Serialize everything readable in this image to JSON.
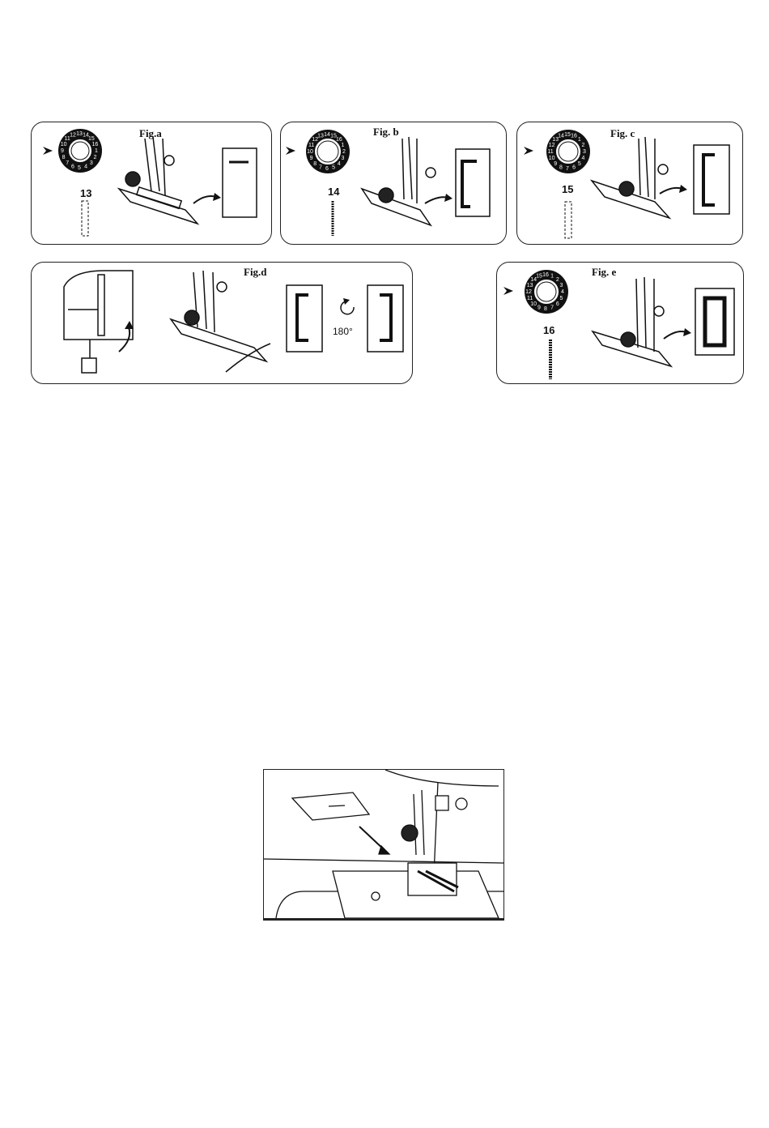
{
  "figures": {
    "a": {
      "label": "Fig.a",
      "stitch_number": "13",
      "dial_numbers": [
        "13",
        "14",
        "15",
        "16",
        "1",
        "2",
        "3",
        "4",
        "5",
        "6",
        "7",
        "8",
        "9",
        "10",
        "11",
        "12"
      ]
    },
    "b": {
      "label": "Fig. b",
      "stitch_number": "14",
      "dial_numbers": [
        "14",
        "15",
        "16",
        "1",
        "2",
        "3",
        "4",
        "5",
        "6",
        "7",
        "8",
        "9",
        "10",
        "11",
        "12",
        "13"
      ]
    },
    "c": {
      "label": "Fig. c",
      "stitch_number": "15",
      "dial_numbers": [
        "15",
        "16",
        "1",
        "2",
        "3",
        "4",
        "5",
        "6",
        "7",
        "8",
        "9",
        "10",
        "11",
        "12",
        "13",
        "14"
      ]
    },
    "d": {
      "label": "Fig.d",
      "rotation_label": "180°"
    },
    "e": {
      "label": "Fig. e",
      "stitch_number": "16",
      "dial_numbers": [
        "16",
        "1",
        "2",
        "3",
        "4",
        "5",
        "6",
        "7",
        "8",
        "9",
        "10",
        "11",
        "12",
        "13",
        "14",
        "15"
      ]
    }
  }
}
